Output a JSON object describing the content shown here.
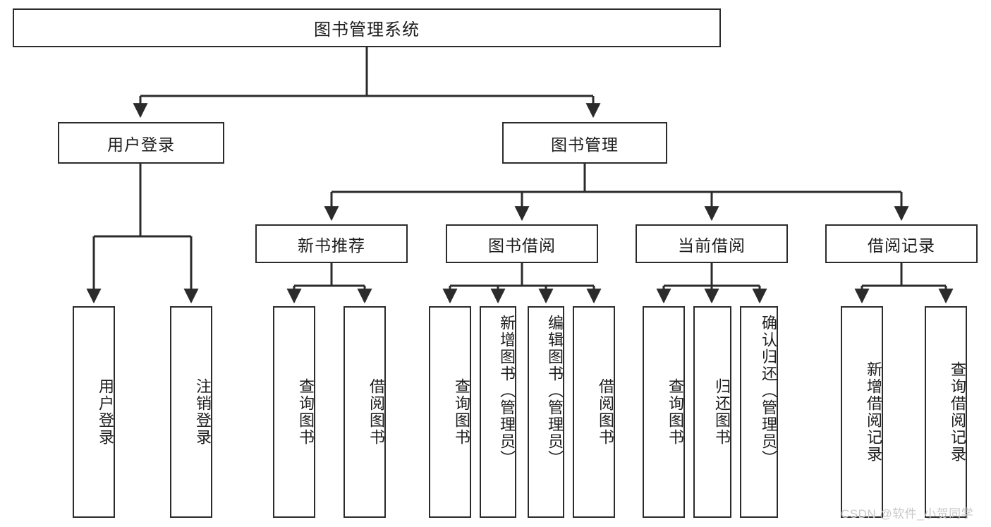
{
  "diagram": {
    "type": "tree",
    "title": "图书管理系统",
    "orientation": "top-down",
    "root": {
      "label": "图书管理系统"
    },
    "level2": [
      {
        "label": "用户登录"
      },
      {
        "label": "图书管理"
      }
    ],
    "level3": [
      {
        "label": "新书推荐"
      },
      {
        "label": "图书借阅"
      },
      {
        "label": "当前借阅"
      },
      {
        "label": "借阅记录"
      }
    ],
    "leaves": [
      {
        "label": "用户登录",
        "parent": "用户登录"
      },
      {
        "label": "注销登录",
        "parent": "用户登录"
      },
      {
        "label": "查询图书",
        "parent": "新书推荐"
      },
      {
        "label": "借阅图书",
        "parent": "新书推荐"
      },
      {
        "label": "查询图书",
        "parent": "图书借阅"
      },
      {
        "label": "新增图书（管理员）",
        "parent": "图书借阅"
      },
      {
        "label": "编辑图书（管理员）",
        "parent": "图书借阅"
      },
      {
        "label": "借阅图书",
        "parent": "图书借阅"
      },
      {
        "label": "查询图书",
        "parent": "当前借阅"
      },
      {
        "label": "归还图书",
        "parent": "当前借阅"
      },
      {
        "label": "确认归还（管理员）",
        "parent": "当前借阅"
      },
      {
        "label": "新增借阅记录",
        "parent": "借阅记录"
      },
      {
        "label": "查询借阅记录",
        "parent": "借阅记录"
      }
    ]
  },
  "watermark": {
    "text": "CSDN @软件_小贺同学"
  },
  "colors": {
    "background": "#ffffff",
    "box_border": "#2b2b2b",
    "box_fill": "#ffffff",
    "text": "#1c1c1c",
    "connector": "#2b2b2b",
    "watermark": "#c9c9c9"
  }
}
